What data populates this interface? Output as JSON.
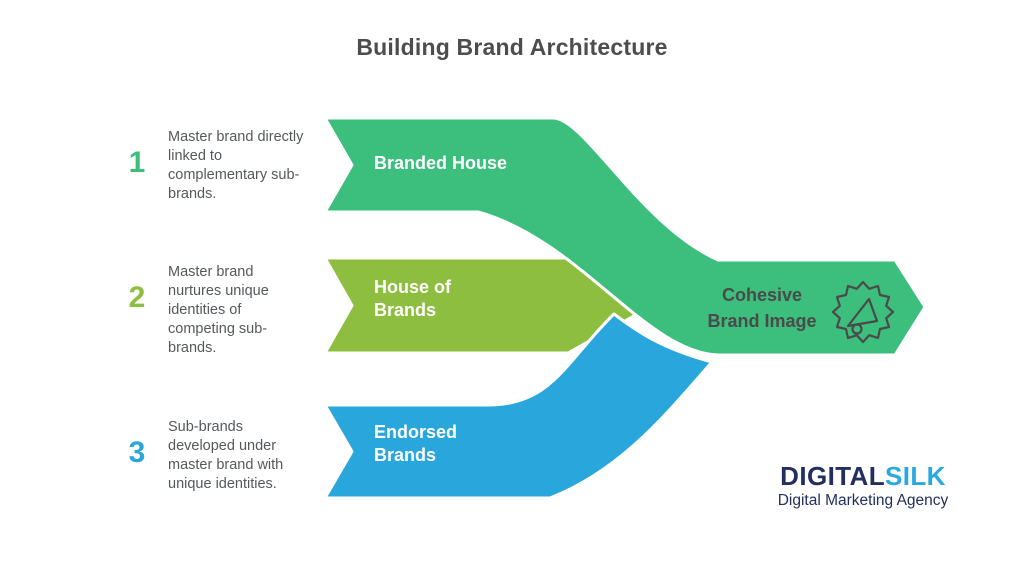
{
  "title": "Building Brand Architecture",
  "colors": {
    "green": "#3cbe7d",
    "lime": "#8ebe3f",
    "blue": "#29a6dc",
    "heading_gray": "#4d4d4d",
    "body_gray": "#55595c",
    "logo_navy": "#232f5e",
    "logo_blue": "#2aa9e0"
  },
  "steps": [
    {
      "number": "1",
      "description": "Master brand directly linked to complementary sub-brands.",
      "label": "Branded House"
    },
    {
      "number": "2",
      "description": "Master brand nurtures unique identities of competing sub-brands.",
      "label": "House of Brands"
    },
    {
      "number": "3",
      "description": "Sub-brands developed under master brand with unique identities.",
      "label": "Endorsed Brands"
    }
  ],
  "result": {
    "label": "Cohesive Brand Image",
    "icon": "megaphone-badge-icon"
  },
  "logo": {
    "part1": "DIGITAL",
    "part2": "SILK",
    "tagline": "Digital Marketing Agency"
  }
}
